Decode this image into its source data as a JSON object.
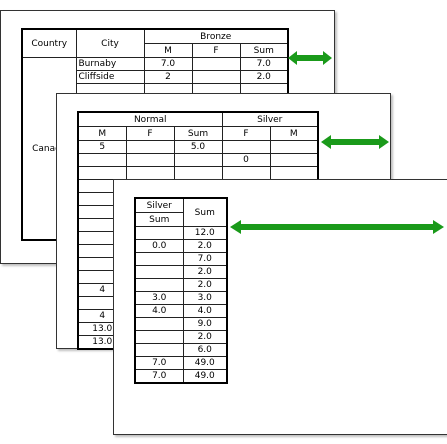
{
  "sheet1": {
    "headers": {
      "country": "Country",
      "city": "City",
      "bronze": "Bronze",
      "m": "M",
      "f": "F",
      "sum": "Sum"
    },
    "country_value": "Canada",
    "rows": [
      {
        "city": "Burnaby",
        "m": "7.0",
        "f": "",
        "sum": "7.0"
      },
      {
        "city": "Cliffside",
        "m": "2",
        "f": "",
        "sum": "2.0"
      }
    ]
  },
  "sheet2": {
    "headers": {
      "normal": "Normal",
      "silver": "Silver",
      "m": "M",
      "f": "F",
      "sum": "Sum"
    },
    "rows": [
      {
        "m": "5",
        "f": "",
        "sum": "5.0",
        "sm": "",
        "sf": ""
      },
      {
        "m": "",
        "f": "",
        "sum": "",
        "sm": "0",
        "sf": ""
      }
    ],
    "left_values": [
      "4",
      "4",
      "13.0",
      "13.0"
    ]
  },
  "sheet3": {
    "headers": {
      "silver": "Silver",
      "sum_left": "Sum",
      "sum": "Sum"
    },
    "rows": [
      {
        "a": "",
        "b": "12.0"
      },
      {
        "a": "0.0",
        "b": "2.0"
      },
      {
        "a": "",
        "b": "7.0"
      },
      {
        "a": "",
        "b": "2.0"
      },
      {
        "a": "",
        "b": "2.0"
      },
      {
        "a": "3.0",
        "b": "3.0"
      },
      {
        "a": "4.0",
        "b": "4.0"
      },
      {
        "a": "",
        "b": "9.0"
      },
      {
        "a": "",
        "b": "2.0"
      },
      {
        "a": "",
        "b": "6.0"
      },
      {
        "a": "7.0",
        "b": "49.0"
      },
      {
        "a": "7.0",
        "b": "49.0"
      }
    ]
  },
  "colors": {
    "arrow": "#1a9a1a",
    "sheet_border": "#333333"
  }
}
